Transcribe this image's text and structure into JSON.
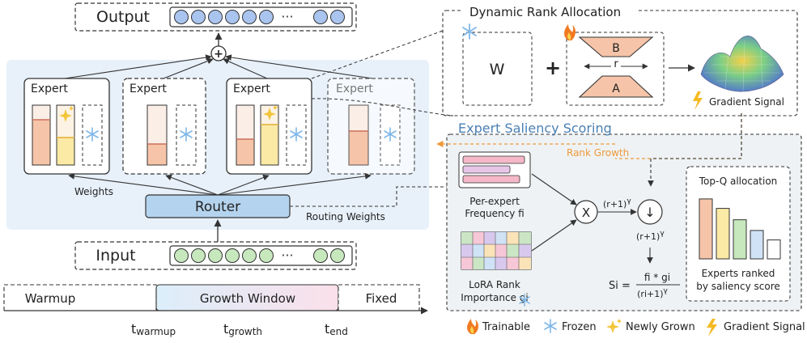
{
  "output": {
    "label": "Output",
    "dots": "···"
  },
  "input": {
    "label": "Input",
    "dots": "···"
  },
  "plus_symbol": "+",
  "experts": [
    {
      "label": "Expert"
    },
    {
      "label": "Expert"
    },
    {
      "label": "Expert"
    },
    {
      "label": "Expert"
    }
  ],
  "router": {
    "label": "Router",
    "weights_label": "Weights",
    "routing_weights_label": "Routing Weights"
  },
  "timeline": {
    "phases": [
      "Warmup",
      "Growth Window",
      "Fixed"
    ],
    "ticks": [
      {
        "main": "t",
        "sub": "warmup"
      },
      {
        "main": "t",
        "sub": "growth"
      },
      {
        "main": "t",
        "sub": "end"
      }
    ]
  },
  "dynamic_rank": {
    "title": "Dynamic Rank Allocation",
    "w_label": "W",
    "plus": "+",
    "b_label": "B",
    "a_label": "A",
    "r_label": "r",
    "gradient_signal": "Gradient Signal"
  },
  "saliency": {
    "title": "Expert Saliency Scoring",
    "rank_growth": "Rank Growth",
    "freq_label": [
      "Per-expert",
      "Frequency fi"
    ],
    "lora_label": [
      "LoRA Rank",
      "Importance gi"
    ],
    "times_symbol": "X",
    "down_symbol": "↓",
    "r1_gamma_top": "(r+1)",
    "r1_gamma_mid": "(r+1)",
    "gamma": "γ",
    "si_prefix": "Si =",
    "si_numerator": "fi * gi",
    "si_denominator": "(ri+1)",
    "topq_title": "Top-Q allocation",
    "topq_caption": [
      "Experts ranked",
      "by saliency score"
    ],
    "topq_values": [
      0.95,
      0.8,
      0.62,
      0.45,
      0.3
    ]
  },
  "legend": [
    {
      "icon": "flame-icon",
      "label": "Trainable"
    },
    {
      "icon": "snowflake-icon",
      "label": "Frozen"
    },
    {
      "icon": "sparkle-icon",
      "label": "Newly Grown"
    },
    {
      "icon": "lightning-icon",
      "label": "Gradient Signal"
    }
  ],
  "colors": {
    "trainable_fill": "#f6c4a9",
    "trainable_stroke": "#c9705a",
    "frozen_blue": "#7fb7e8",
    "grown_yellow": "#fbe9a6",
    "router_fill": "#b4d3ee",
    "expert_panel": "#e8f1fa",
    "saliency_panel": "#eef2f4",
    "output_dot": "#a9c4ee",
    "input_dot": "#c7e7bd",
    "rank_growth_orange": "#ee9a3a"
  }
}
